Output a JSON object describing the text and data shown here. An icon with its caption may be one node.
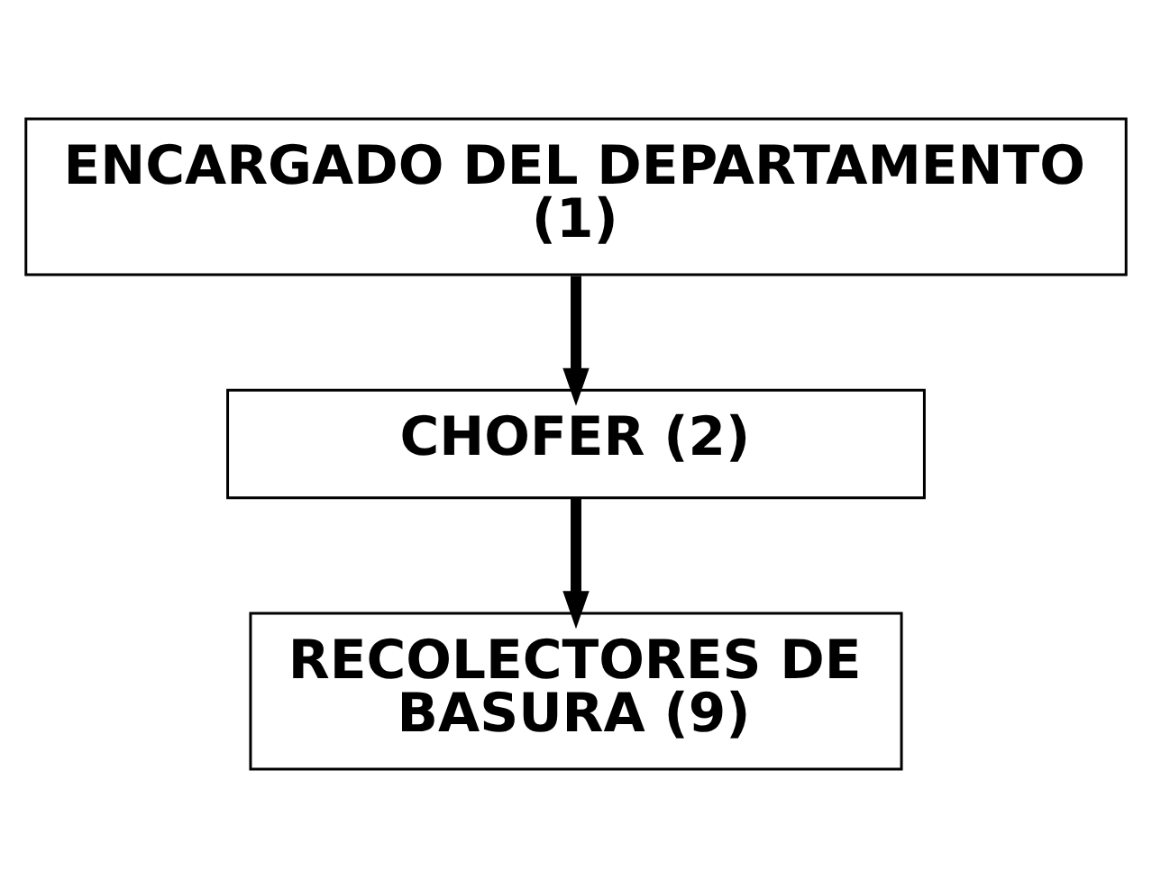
{
  "diagram": {
    "nodes": [
      {
        "text": [
          "ENCARGADO DEL DEPARTAMENTO (1)"
        ]
      },
      {
        "text": [
          "CHOFER (2)"
        ]
      },
      {
        "text": [
          "RECOLECTORES DE BASURA (9)"
        ]
      }
    ],
    "edges": [
      {
        "from": 0,
        "to": 1,
        "arrow": "to"
      },
      {
        "from": 1,
        "to": 2,
        "arrow": "to"
      }
    ]
  }
}
